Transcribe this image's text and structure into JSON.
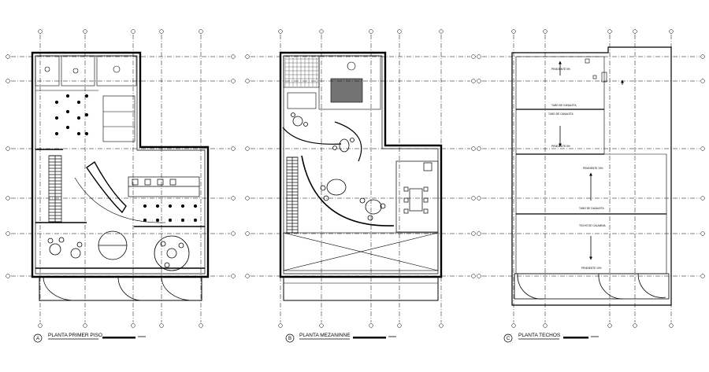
{
  "sheet": {
    "plans": [
      {
        "letter": "A",
        "title": "PLANTA PRIMER PISO"
      },
      {
        "letter": "B",
        "title": "PLANTA MEZANINNE"
      },
      {
        "letter": "C",
        "title": "PLANTA TECHOS"
      }
    ],
    "roof_labels": {
      "pend_a": "PENDIENTE 5%",
      "pend_b": "PENDIENTE 5%",
      "pend_c": "PENDIENTE 10%",
      "pend_d": "PENDIENTE 10%",
      "tubo_a": "TUBO DE CANALETA",
      "tubo_b": "TUBO DE CANALETA",
      "tubo_c": "TUBO DE CANALETA",
      "techo": "TECHO DE CALAMINA"
    }
  }
}
